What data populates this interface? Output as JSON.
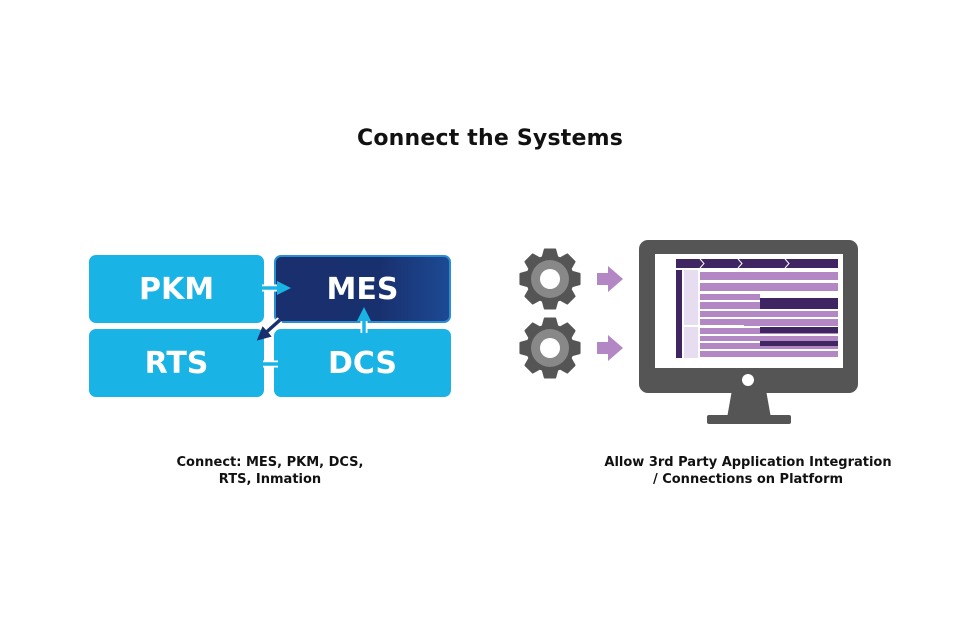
{
  "title": "Connect the Systems",
  "systems": {
    "pkm": "PKM",
    "mes": "MES",
    "rts": "RTS",
    "dcs": "DCS"
  },
  "captions": {
    "left_line1": "Connect: MES, PKM, DCS,",
    "left_line2": "RTS, Inmation",
    "right_line1": "Allow 3rd Party Application Integration",
    "right_line2": "/ Connections on Platform"
  },
  "icons": {
    "gear": "gear-icon",
    "arrow": "arrow-right-icon",
    "monitor": "monitor-icon"
  },
  "colors": {
    "light_blue": "#1ab3e6",
    "dark_blue": "#1a2f6e",
    "gray": "#555555",
    "purple": "#b386c4",
    "dark_purple": "#3f2561"
  }
}
